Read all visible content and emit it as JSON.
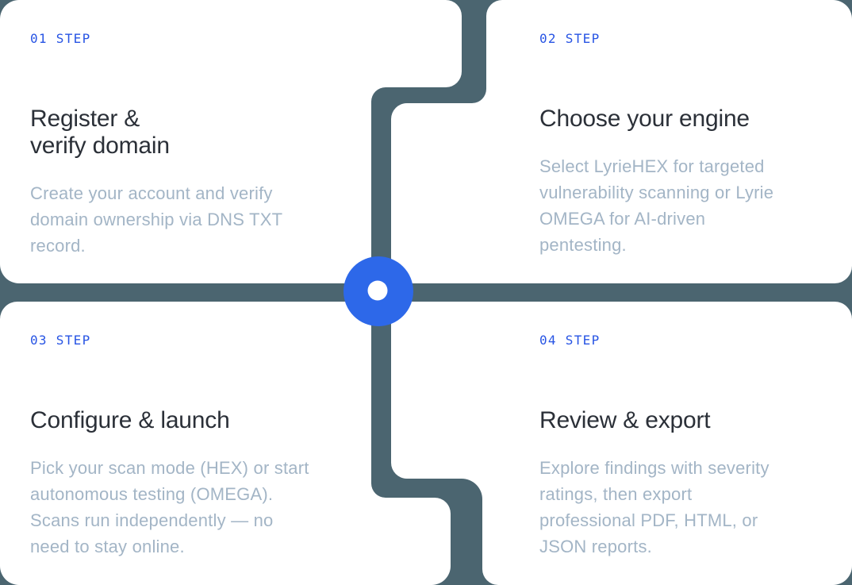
{
  "section": {
    "kind": "onboarding-steps",
    "step_count": 4
  },
  "colors": {
    "page_background": "#FFFFFF",
    "card_background": "#FFFFFF",
    "connector_slate": "#4B6570",
    "center_node_blue": "#2D68E9",
    "center_node_dot": "#FFFFFF",
    "step_label_blue": "#2754E4",
    "heading_dark": "#2B3038",
    "body_muted_blue_gray": "#A3B5C6"
  },
  "center_marker": {
    "description": "blue circular node with white dot at connector crossing"
  },
  "steps": [
    {
      "label": "01 STEP",
      "title": "Register &\nverify domain",
      "description": "Create your account and verify\ndomain ownership via DNS TXT\nrecord."
    },
    {
      "label": "02 STEP",
      "title": "Choose your engine",
      "description": "Select LyrieHEX for targeted\nvulnerability scanning or Lyrie\nOMEGA for AI-driven\npentesting."
    },
    {
      "label": "03 STEP",
      "title": "Configure & launch",
      "description": "Pick your scan mode (HEX) or start\nautonomous testing (OMEGA).\nScans run independently — no\nneed to stay online."
    },
    {
      "label": "04 STEP",
      "title": "Review & export",
      "description": "Explore findings with severity\nratings, then export\nprofessional PDF, HTML, or\nJSON reports."
    }
  ]
}
